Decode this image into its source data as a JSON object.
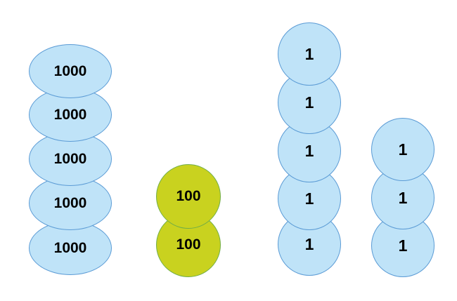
{
  "colors": {
    "thousand_fill": "#bfe3f8",
    "hundred_fill": "#c9d21f",
    "one_fill": "#bfe3f8",
    "blue_border": "#5b9bd5",
    "green_border": "#70ad47"
  },
  "stacks": {
    "thousands": {
      "counters": [
        {
          "label": "1000"
        },
        {
          "label": "1000"
        },
        {
          "label": "1000"
        },
        {
          "label": "1000"
        },
        {
          "label": "1000"
        }
      ]
    },
    "hundreds": {
      "counters": [
        {
          "label": "100"
        },
        {
          "label": "100"
        }
      ]
    },
    "ones_tall": {
      "counters": [
        {
          "label": "1"
        },
        {
          "label": "1"
        },
        {
          "label": "1"
        },
        {
          "label": "1"
        },
        {
          "label": "1"
        }
      ]
    },
    "ones_short": {
      "counters": [
        {
          "label": "1"
        },
        {
          "label": "1"
        },
        {
          "label": "1"
        }
      ]
    }
  }
}
